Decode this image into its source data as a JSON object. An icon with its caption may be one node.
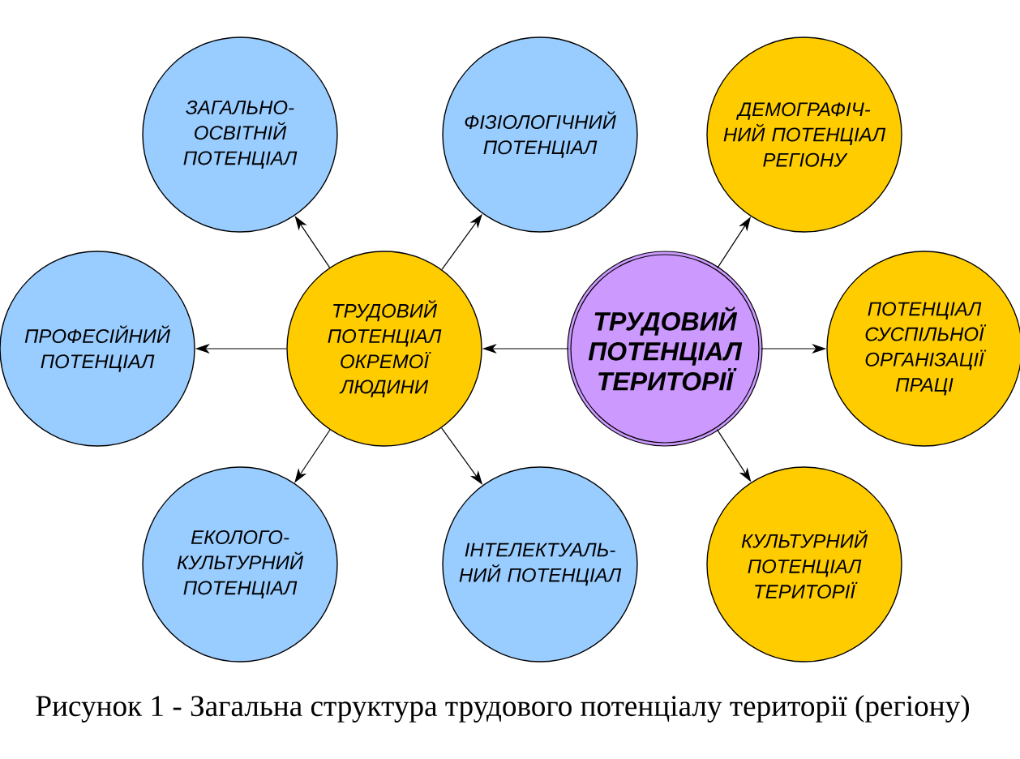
{
  "diagram": {
    "caption": "Рисунок 1 - Загальна структура трудового потенціалу території (регіону)",
    "nodes": [
      {
        "text": [
          "ЗАГАЛЬНО- ОСВІТНІЙ ПОТЕНЦІАЛ"
        ]
      },
      {
        "text": [
          "ФІЗІОЛОГІЧНИЙ ПОТЕНЦІАЛ"
        ]
      },
      {
        "text": [
          "ДЕМОГРАФІЧ- НИЙ ПОТЕНЦІАЛ РЕГІОНУ"
        ]
      },
      {
        "text": [
          "ПРОФЕСІЙНИЙ ПОТЕНЦІАЛ"
        ]
      },
      {
        "text": [
          "ТРУДОВИЙ ПОТЕНЦІАЛ ОКРЕМОЇ ЛЮДИНИ"
        ]
      },
      {
        "text": [
          "ТРУДОВИЙ ПОТЕНЦІАЛ ТЕРИТОРІЇ"
        ]
      },
      {
        "text": [
          "ПОТЕНЦІАЛ СУСПІЛЬНОЇ ОРГАНІЗАЦІЇ ПРАЦІ"
        ]
      },
      {
        "text": [
          "ЕКОЛОГО- КУЛЬТУРНИЙ ПОТЕНЦІАЛ"
        ]
      },
      {
        "text": [
          "ІНТЕЛЕКТУАЛЬ- НИЙ ПОТЕНЦІАЛ"
        ]
      },
      {
        "text": [
          "КУЛЬТУРНИЙ ПОТЕНЦІАЛ ТЕРИТОРІЇ"
        ]
      }
    ],
    "edges": [
      {
        "from": 5,
        "to": 4,
        "arrow": "to"
      },
      {
        "from": 5,
        "to": 2,
        "arrow": "to"
      },
      {
        "from": 5,
        "to": 6,
        "arrow": "to"
      },
      {
        "from": 5,
        "to": 9,
        "arrow": "to"
      },
      {
        "from": 4,
        "to": 0,
        "arrow": "to"
      },
      {
        "from": 4,
        "to": 1,
        "arrow": "to"
      },
      {
        "from": 4,
        "to": 3,
        "arrow": "to"
      },
      {
        "from": 4,
        "to": 7,
        "arrow": "to"
      },
      {
        "from": 4,
        "to": 8,
        "arrow": "to"
      }
    ]
  }
}
